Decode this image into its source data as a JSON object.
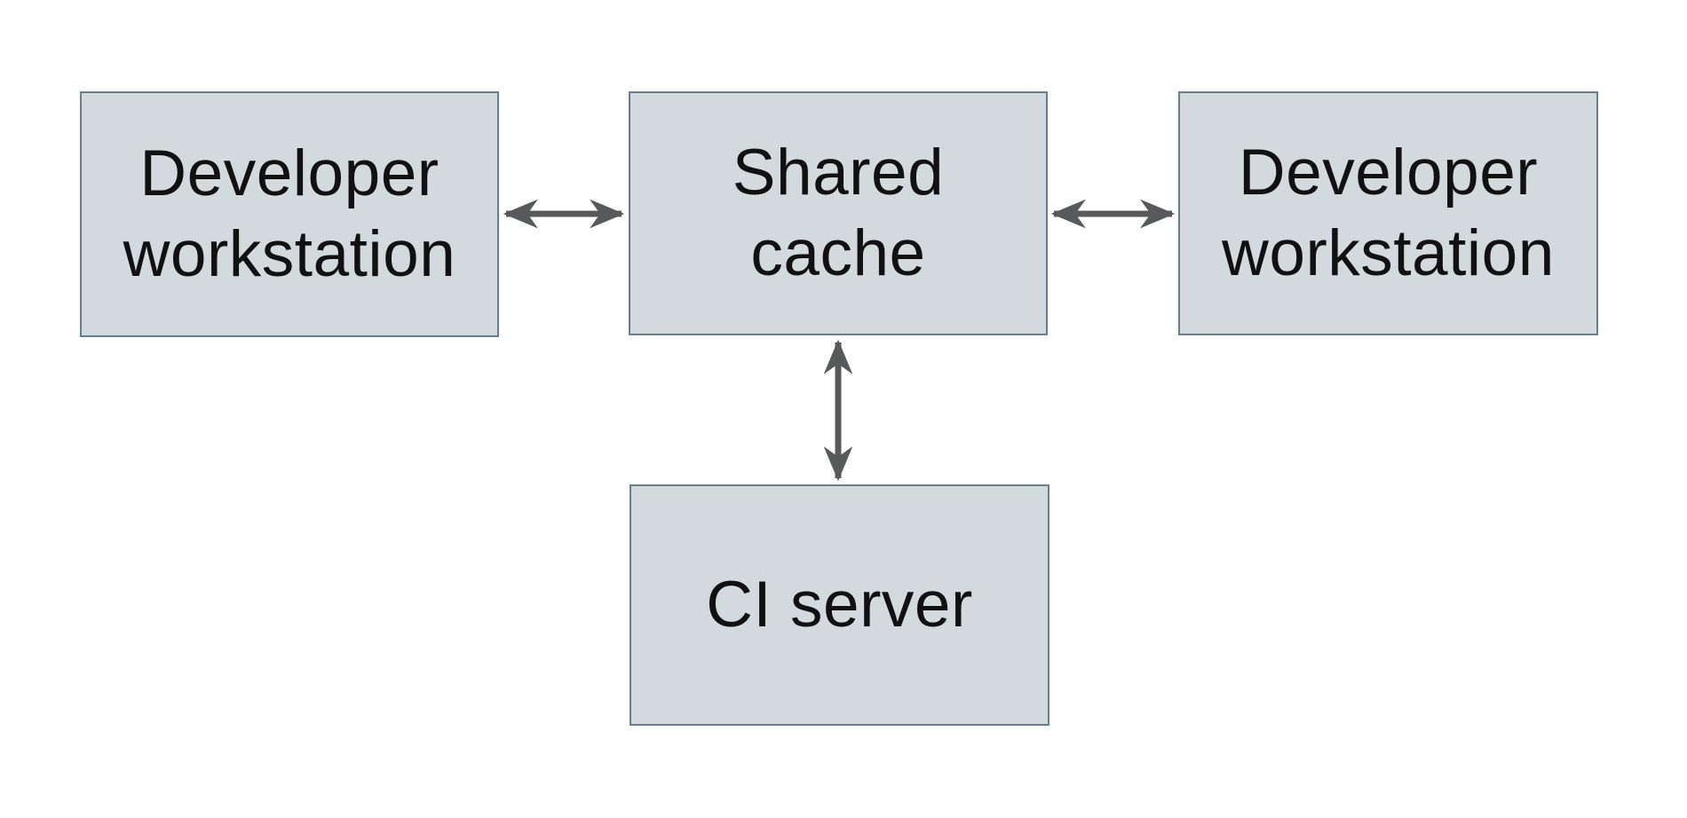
{
  "diagram": {
    "nodes": {
      "dev_workstation_left": {
        "label": "Developer\nworkstation"
      },
      "shared_cache": {
        "label": "Shared\ncache"
      },
      "dev_workstation_right": {
        "label": "Developer\nworkstation"
      },
      "ci_server": {
        "label": "CI server"
      }
    },
    "edges": [
      {
        "from": "dev_workstation_left",
        "to": "shared_cache",
        "direction": "bidirectional",
        "orientation": "horizontal"
      },
      {
        "from": "shared_cache",
        "to": "dev_workstation_right",
        "direction": "bidirectional",
        "orientation": "horizontal"
      },
      {
        "from": "shared_cache",
        "to": "ci_server",
        "direction": "bidirectional",
        "orientation": "vertical"
      }
    ],
    "colors": {
      "background": "#ffffff",
      "box_fill": "#d3dade",
      "box_border": "#64808f",
      "arrow": "#58595b",
      "text": "#111111"
    }
  }
}
